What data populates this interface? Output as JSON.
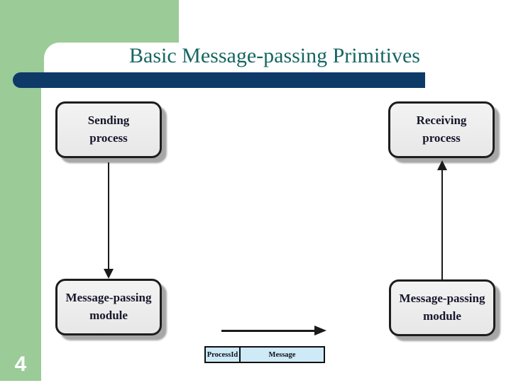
{
  "colors": {
    "green-accent": "#9bcb97",
    "navy-bar": "#0e3a68",
    "title-teal": "#166662",
    "table-blue": "#cdeaf6",
    "ink": "#1b1b1b"
  },
  "slide": {
    "title": "Basic Message-passing Primitives",
    "page_number": "4"
  },
  "diagram": {
    "nodes": {
      "sending": {
        "line1": "Sending",
        "line2": "process"
      },
      "receiving": {
        "line1": "Receiving",
        "line2": "process"
      },
      "module_left": {
        "line1": "Message-passing",
        "line2": "module"
      },
      "module_right": {
        "line1": "Message-passing",
        "line2": "module"
      }
    },
    "message_structure": {
      "field1": "ProcessId",
      "field2": "Message"
    }
  }
}
